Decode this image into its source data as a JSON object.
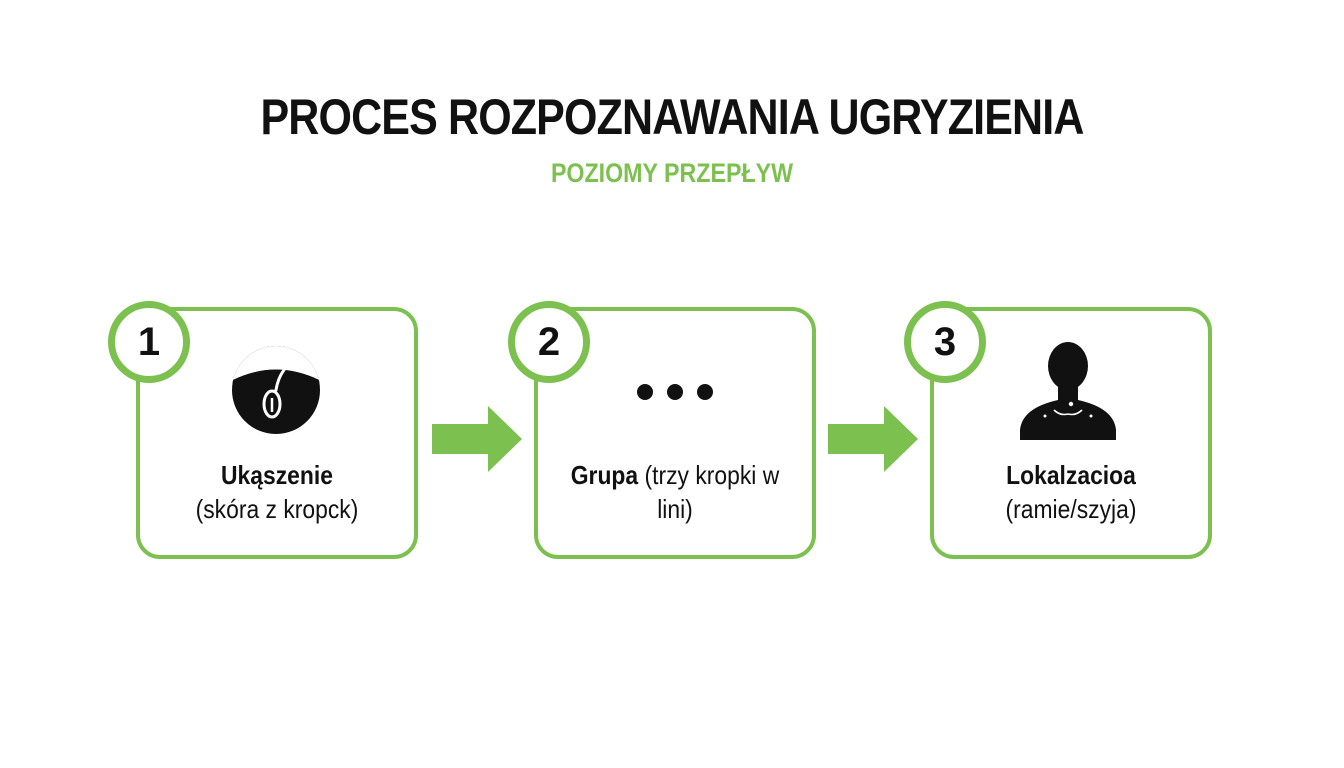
{
  "title": "PROCES ROZPOZNAWANIA UGRYZIENIA",
  "subtitle": "POZIOMY PRZEPŁYW",
  "colors": {
    "accent": "#7cc04f",
    "text": "#111111",
    "background": "#ffffff"
  },
  "steps": [
    {
      "number": "1",
      "label_bold": "Ukąszenie",
      "label_rest": "(skóra z kropck)",
      "icon": "skin-puncture-icon"
    },
    {
      "number": "2",
      "label_bold": "Grupa",
      "label_rest": " (trzy kropki w lini)",
      "icon": "three-dots-icon"
    },
    {
      "number": "3",
      "label_bold": "Lokalzacioa",
      "label_rest": "(ramie/szyja)",
      "icon": "person-neck-icon"
    }
  ]
}
